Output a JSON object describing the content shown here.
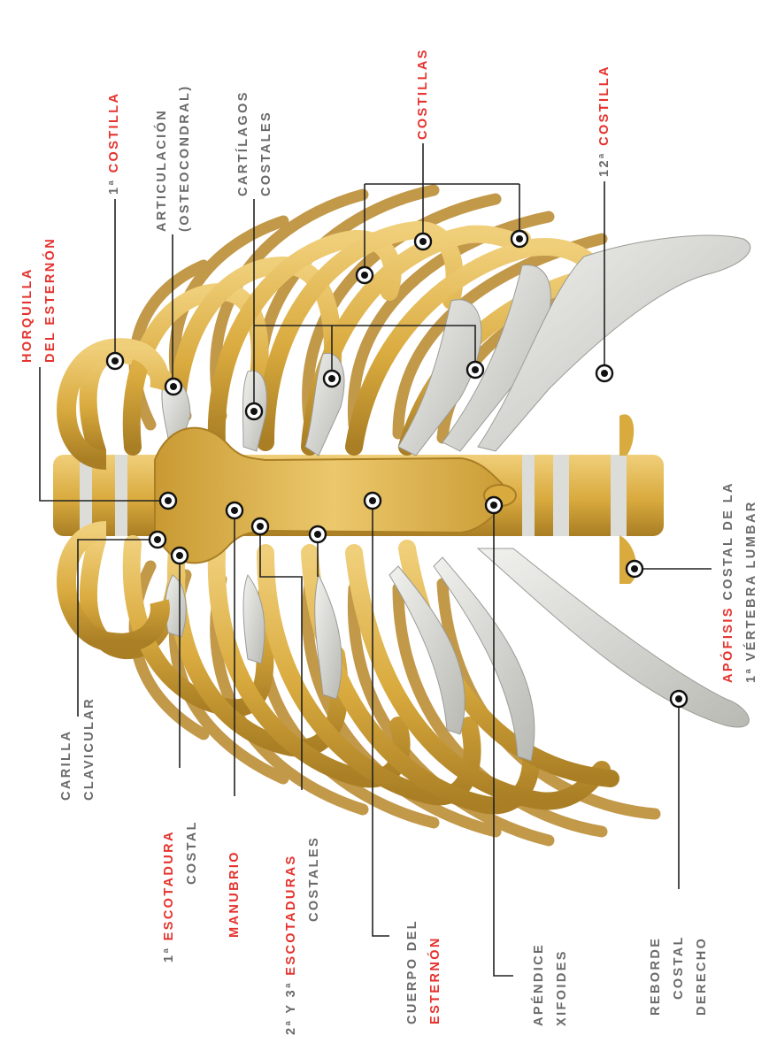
{
  "colors": {
    "bone": "#d9aa3e",
    "bone_dark": "#a97e24",
    "bone_light": "#f0cf7a",
    "cartilage": "#dcdcd8",
    "cartilage_dark": "#a9a9a5",
    "label_gray": "#6a6a6a",
    "label_red": "#e5322d",
    "leader": "#222222"
  },
  "labels": {
    "horquilla": {
      "l1": "HORQUILLA",
      "l2": "DEL ESTERNÓN"
    },
    "costilla1": {
      "prefix": "1ª ",
      "red": "COSTILLA"
    },
    "articulacion": {
      "l1": "ARTICULACIÓN",
      "l2": "(OSTEOCONDRAL)"
    },
    "cartilagos": {
      "l1": "CARTÍLAGOS",
      "l2": "COSTALES"
    },
    "costillas": {
      "red": "COSTILLAS"
    },
    "costilla12": {
      "prefix": "12ª ",
      "red": "COSTILLA"
    },
    "apofisis": {
      "red": "APÓFISIS",
      "l1_rest": " COSTAL DE LA",
      "l2": "1ª VÉRTEBRA LUMBAR"
    },
    "carilla": {
      "l1": "CARILLA",
      "l2": "CLAVICULAR"
    },
    "escotadura1": {
      "prefix": "1ª ",
      "red": "ESCOTADURA",
      "l2": "COSTAL"
    },
    "manubrio": {
      "red": "MANUBRIO"
    },
    "escotaduras23": {
      "prefix": "2ª Y 3ª ",
      "red": "ESCOTADURAS",
      "l2": "COSTALES"
    },
    "cuerpo": {
      "l1": "CUERPO DEL",
      "red": "ESTERNÓN"
    },
    "apendice": {
      "l1": "APÉNDICE",
      "l2": "XIFOIDES"
    },
    "reborde": {
      "l1": "REBORDE",
      "l2": "COSTAL",
      "l3": "DERECHO"
    }
  }
}
